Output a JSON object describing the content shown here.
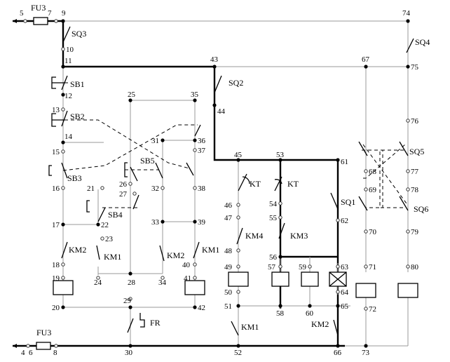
{
  "components": {
    "fuse_top": "FU3",
    "fuse_bottom": "FU3",
    "sq3": "SQ3",
    "sq4": "SQ4",
    "sq2": "SQ2",
    "sq1": "SQ1",
    "sq5": "SQ5",
    "sq6": "SQ6",
    "sb1": "SB1",
    "sb2": "SB2",
    "sb3": "SB3",
    "sb4": "SB4",
    "sb5": "SB5",
    "km1_a": "KM1",
    "km2_a": "KM2",
    "km2_b": "KM2",
    "km1_b": "KM1",
    "km4": "KM4",
    "km3": "KM3",
    "km1_c": "KM1",
    "km2_c": "KM2",
    "kt_a": "KT",
    "kt_b": "KT",
    "fr": "FR"
  },
  "nodes": {
    "n4": "4",
    "n5": "5",
    "n6": "6",
    "n7": "7",
    "n8": "8",
    "n9": "9",
    "n10": "10",
    "n11": "11",
    "n12": "12",
    "n13": "13",
    "n14": "14",
    "n15": "15",
    "n16": "16",
    "n17": "17",
    "n18": "18",
    "n19": "19",
    "n20": "20",
    "n21": "21",
    "n22": "22",
    "n23": "23",
    "n24": "24",
    "n25": "25",
    "n26": "26",
    "n27": "27",
    "n28": "28",
    "n29": "29",
    "n30": "30",
    "n31": "31",
    "n32": "32",
    "n33": "33",
    "n34": "34",
    "n35": "35",
    "n36": "36",
    "n37": "37",
    "n38": "38",
    "n39": "39",
    "n40": "40",
    "n41": "41",
    "n42": "42",
    "n43": "43",
    "n44": "44",
    "n45": "45",
    "n46": "46",
    "n47": "47",
    "n48": "48",
    "n49": "49",
    "n50": "50",
    "n51": "51",
    "n52": "52",
    "n53": "53",
    "n54": "54",
    "n55": "55",
    "n56": "56",
    "n57": "57",
    "n58": "58",
    "n59": "59",
    "n60": "60",
    "n61": "61",
    "n62": "62",
    "n63": "63",
    "n64": "64",
    "n65": "65",
    "n66": "66",
    "n67": "67",
    "n70": "70",
    "n71": "71",
    "n72": "72",
    "n73": "73",
    "n74": "74",
    "n75": "75",
    "n76": "76",
    "n77": "77",
    "n78": "78",
    "n79": "79",
    "n80": "80",
    "n68": "68",
    "n69": "69"
  }
}
